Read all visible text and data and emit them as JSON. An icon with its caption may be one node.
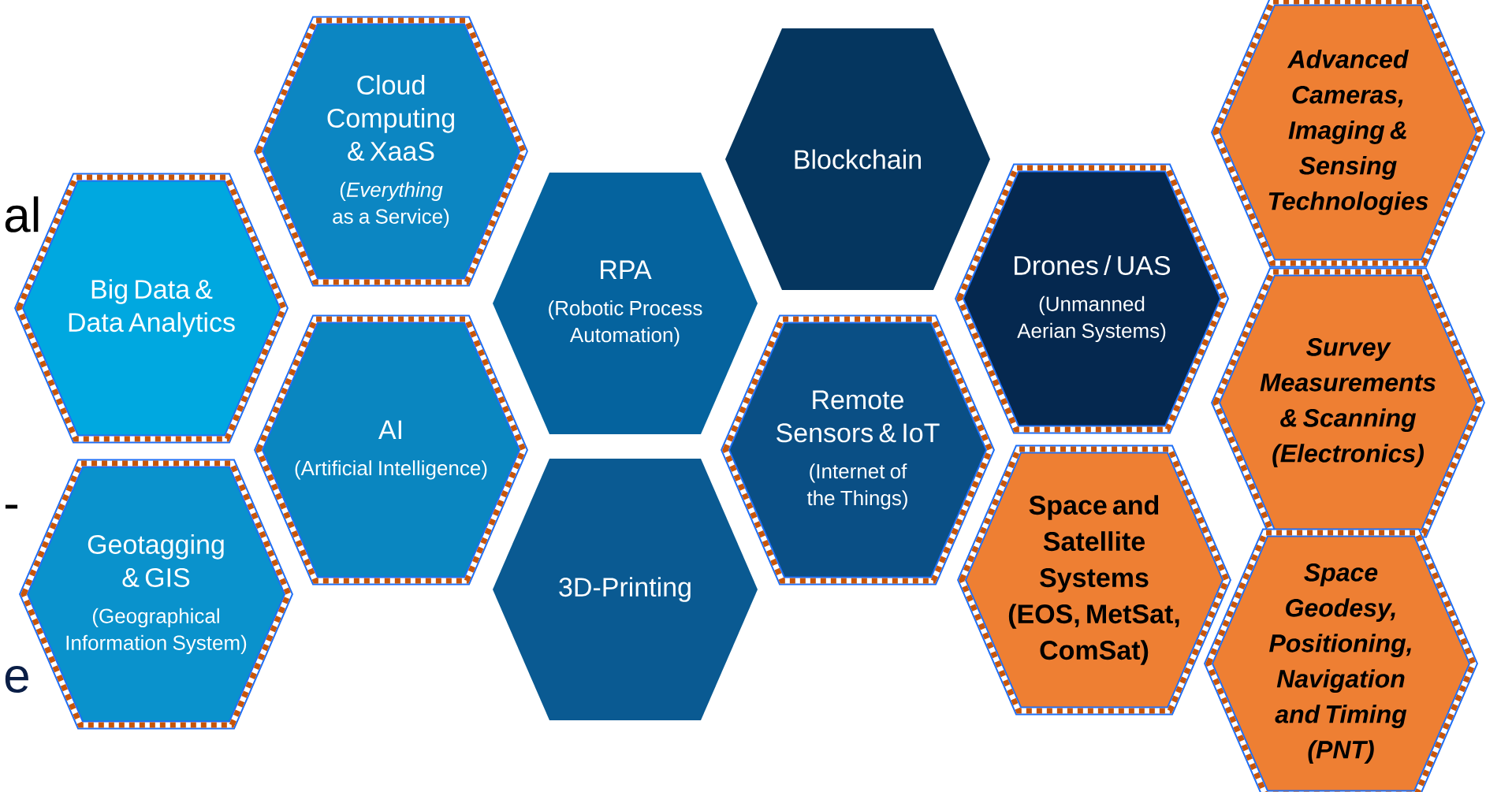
{
  "diagram": {
    "nodes": [
      {
        "text": [
          "Big Data & Data Analytics"
        ]
      },
      {
        "text": [
          "Cloud Computing & XaaS",
          "(*Everything* as a Service)"
        ]
      },
      {
        "text": [
          "AI",
          "(Artificial Intelligence)"
        ]
      },
      {
        "text": [
          "Geotagging & GIS",
          "(Geographical Information System)"
        ]
      },
      {
        "text": [
          "RPA",
          "(Robotic Process Automation)"
        ]
      },
      {
        "text": [
          "3D-Printing"
        ]
      },
      {
        "text": [
          "Blockchain"
        ]
      },
      {
        "text": [
          "Remote Sensors & IoT",
          "(Internet of the Things)"
        ]
      },
      {
        "text": [
          "Drones / UAS",
          "(Unmanned Aerian Systems)"
        ]
      },
      {
        "text": [
          "Space and Satellite Systems (EOS, MetSat, ComSat)"
        ]
      },
      {
        "text": [
          "Advanced Cameras, Imaging & Sensing Technologies"
        ]
      },
      {
        "text": [
          "Survey Measurements & Scanning (Electronics)"
        ]
      },
      {
        "text": [
          "Space Geodesy, Positioning, Navigation and Timing (PNT)"
        ]
      }
    ],
    "labels": [
      "al",
      "-",
      "e"
    ]
  }
}
